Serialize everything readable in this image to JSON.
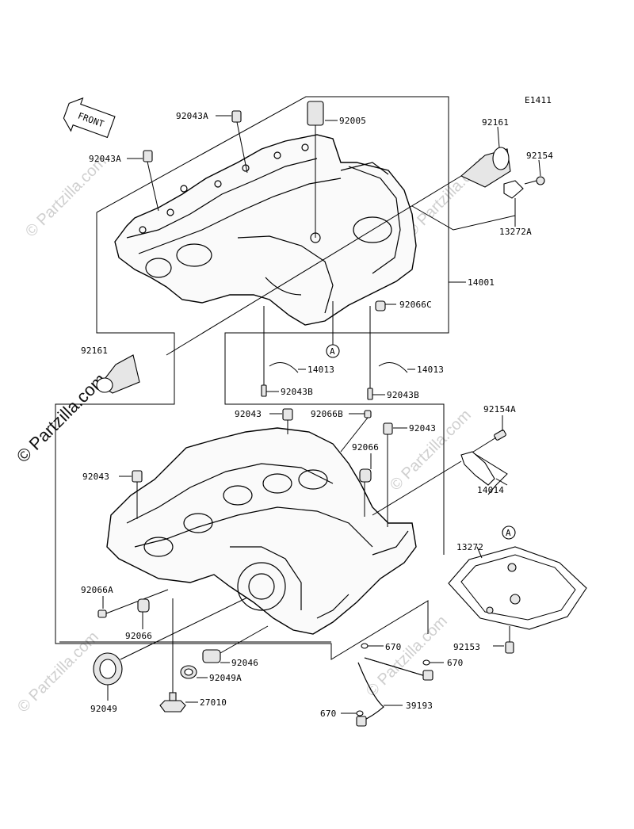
{
  "diagram_code": "E1411",
  "front_arrow_label": "FRONT",
  "watermark": {
    "brand": "© Partzilla.com",
    "faint": "© Partzilla.com"
  },
  "callouts": {
    "p92043A_top": "92043A",
    "p92043A_left": "92043A",
    "p92005": "92005",
    "p92161_top": "92161",
    "p92154": "92154",
    "p13272A": "13272A",
    "p14001": "14001",
    "p92066C": "92066C",
    "ref_A_upper": "A",
    "p92161_left": "92161",
    "p14013_left": "14013",
    "p14013_right": "14013",
    "p92043B_left": "92043B",
    "p92043B_right": "92043B",
    "p92043_top": "92043",
    "p92066B": "92066B",
    "p92043_right": "92043",
    "p92066": "92066",
    "p92154A": "92154A",
    "p92043_left": "92043",
    "p14014": "14014",
    "ref_A_lower": "A",
    "p13272": "13272",
    "p92066A": "92066A",
    "p92066_lower": "92066",
    "p92153": "92153",
    "p670_top": "670",
    "p670_right": "670",
    "p92046": "92046",
    "p92049A": "92049A",
    "p92049": "92049",
    "p27010": "27010",
    "p39193": "39193",
    "p670_left": "670"
  }
}
